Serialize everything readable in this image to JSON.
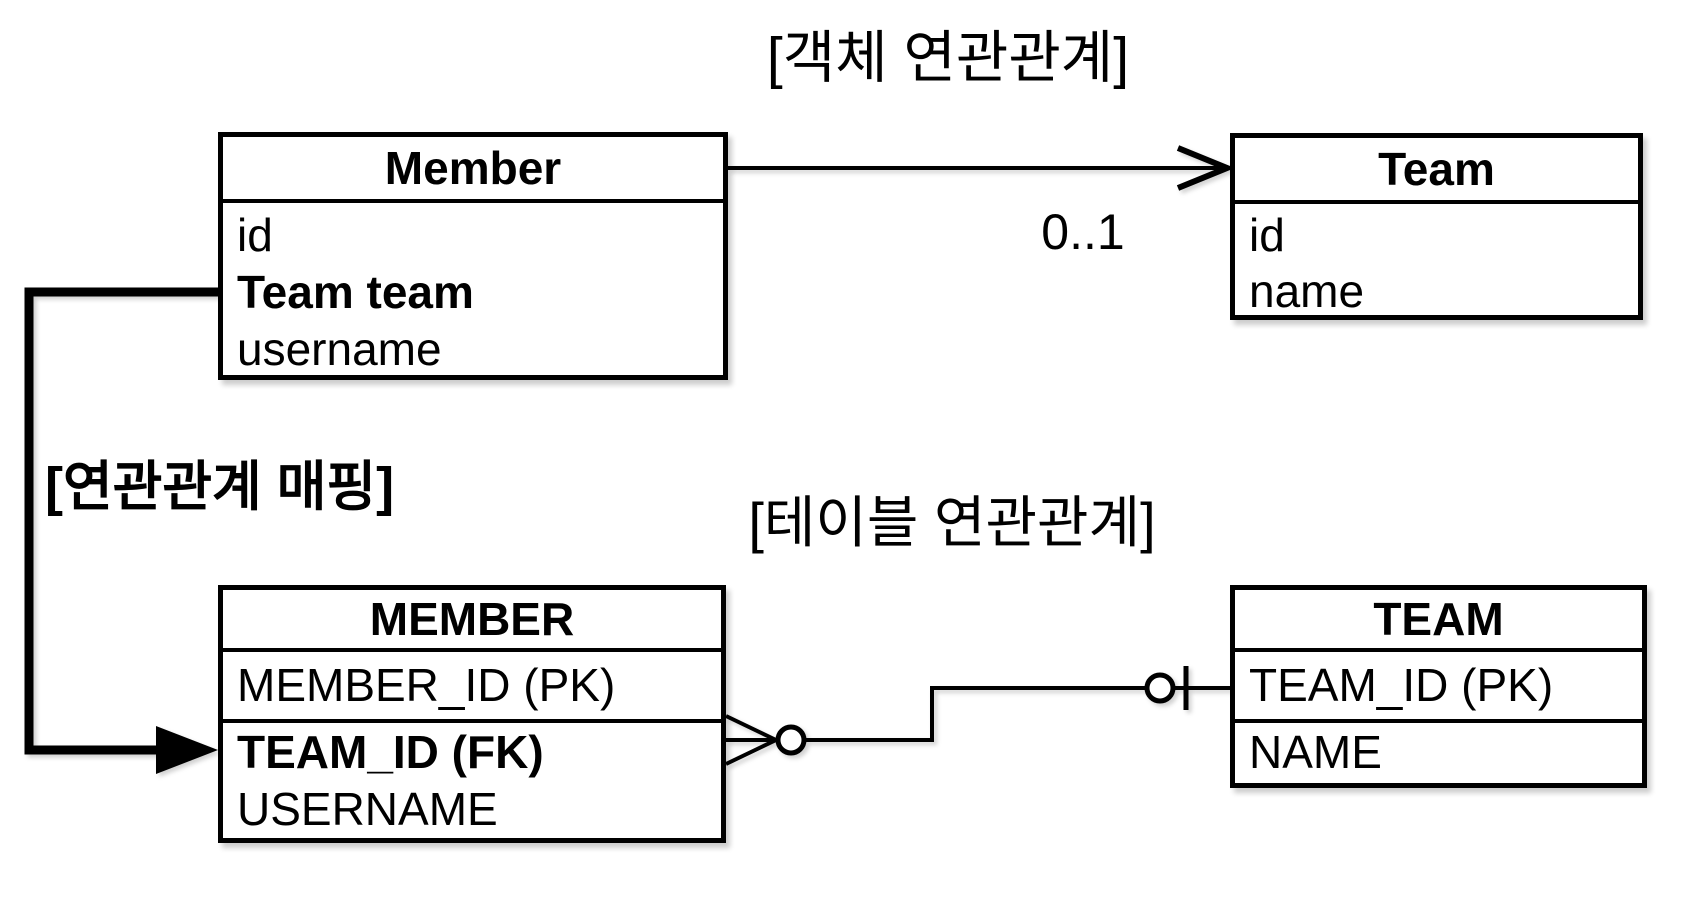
{
  "titles": {
    "object_relation": "[객체 연관관계]",
    "table_relation": "[테이블 연관관계]",
    "mapping": "[연관관계 매핑]"
  },
  "object_diagram": {
    "member_class": {
      "title": "Member",
      "fields": [
        "id",
        "Team team",
        "username"
      ]
    },
    "team_class": {
      "title": "Team",
      "fields": [
        "id",
        "name"
      ]
    },
    "association": {
      "multiplicity": "0..1"
    }
  },
  "table_diagram": {
    "member_table": {
      "title": "MEMBER",
      "compartments": [
        [
          "MEMBER_ID (PK)"
        ],
        [
          "TEAM_ID (FK)",
          "USERNAME"
        ]
      ]
    },
    "team_table": {
      "title": "TEAM",
      "compartments": [
        [
          "TEAM_ID (PK)"
        ],
        [
          "NAME"
        ]
      ]
    }
  },
  "connectors": {
    "object_association_icon": "open-arrow-right",
    "mapping_icon": "thick-elbow-arrow",
    "table_association_icon": "crowsfoot-zero-many-to-zero-one"
  },
  "colors": {
    "line": "#000000",
    "background": "#ffffff",
    "text": "#000000"
  }
}
